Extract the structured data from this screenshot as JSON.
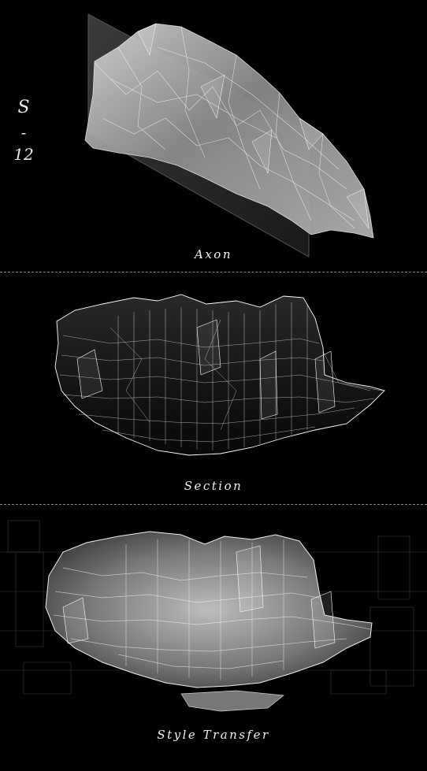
{
  "sheet": {
    "letter": "S",
    "separator": "-",
    "number": "12"
  },
  "panels": [
    {
      "caption": "Axon"
    },
    {
      "caption": "Section"
    },
    {
      "caption": "Style Transfer"
    }
  ],
  "colors": {
    "background": "#000000",
    "divider": "#8a8a8a",
    "caption": "#f2f2f2"
  }
}
